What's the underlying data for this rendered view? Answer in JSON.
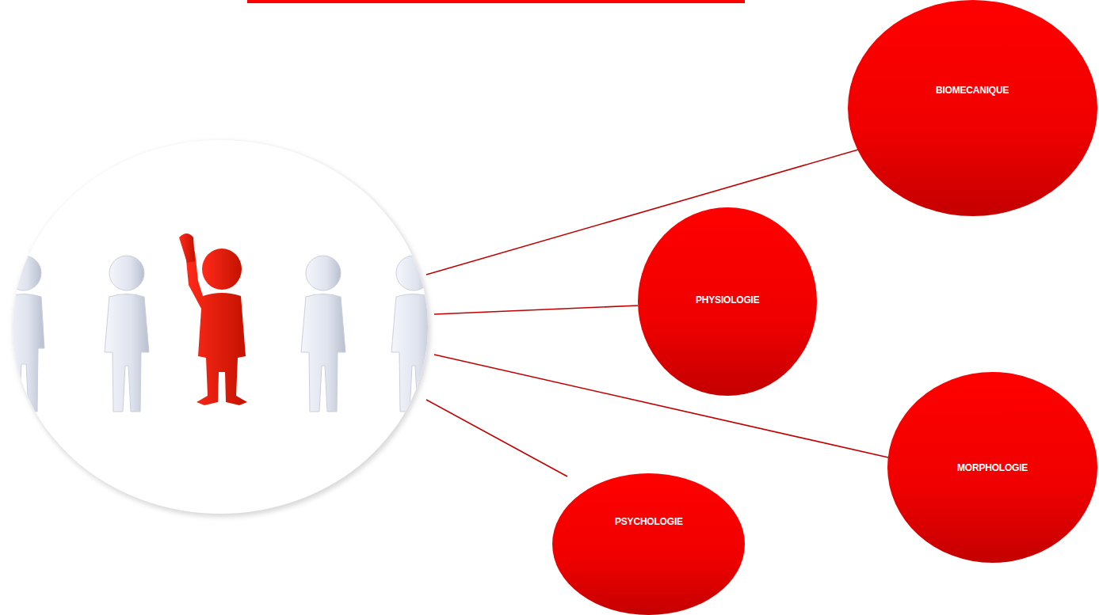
{
  "diagram": {
    "nodes": [
      {
        "text": [
          "BIOMECANIQUE"
        ]
      },
      {
        "text": [
          "PHYSIOLOGIE"
        ]
      },
      {
        "text": [
          "MORPHOLOGIE"
        ]
      },
      {
        "text": [
          "PSYCHOLOGIE"
        ]
      }
    ]
  }
}
